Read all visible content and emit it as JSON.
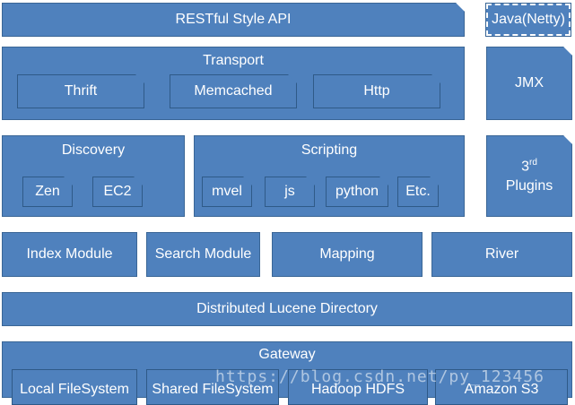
{
  "top_api": "RESTful Style API",
  "java_netty": "Java(Netty)",
  "transport": {
    "title": "Transport",
    "items": [
      "Thrift",
      "Memcached",
      "Http"
    ]
  },
  "jmx": "JMX",
  "discovery": {
    "title": "Discovery",
    "items": [
      "Zen",
      "EC2"
    ]
  },
  "scripting": {
    "title": "Scripting",
    "items": [
      "mvel",
      "js",
      "python",
      "Etc."
    ]
  },
  "plugins": {
    "number": "3",
    "suffix": "rd",
    "label": "Plugins"
  },
  "modules": [
    "Index Module",
    "Search Module",
    "Mapping",
    "River"
  ],
  "lucene": "Distributed Lucene Directory",
  "gateway": {
    "title": "Gateway",
    "items": [
      "Local FileSystem",
      "Shared FileSystem",
      "Hadoop HDFS",
      "Amazon S3"
    ]
  },
  "watermark": "https://blog.csdn.net/py_123456",
  "colors": {
    "box_fill": "#4f81bd",
    "box_border": "#3a6696",
    "text": "#ffffff"
  }
}
